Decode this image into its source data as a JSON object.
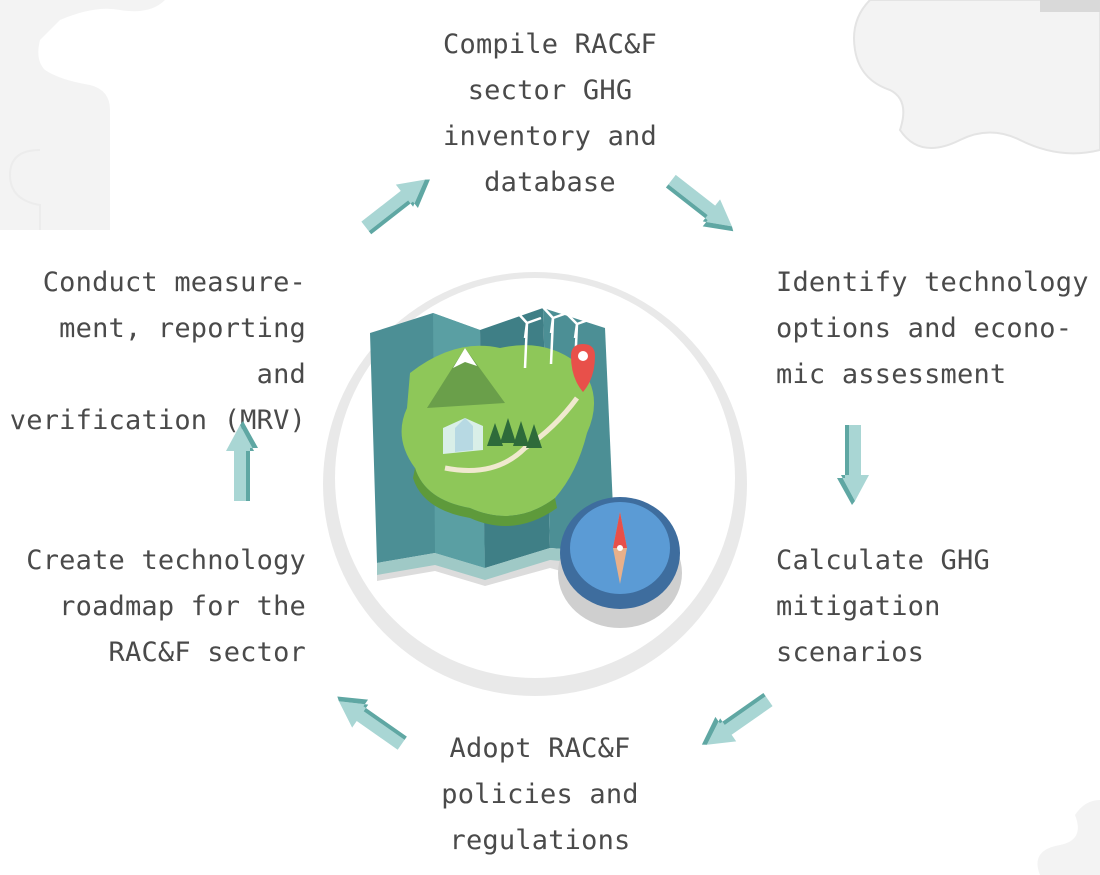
{
  "steps": {
    "compile": "Compile RAC&F\nsector GHG\ninventory and\ndatabase",
    "identify": "Identify technology\noptions and econo-\nmic assessment",
    "calculate": "Calculate GHG\nmitigation\nscenarios",
    "adopt": "Adopt RAC&F\npolicies and\nregulations",
    "create": "Create technology\nroadmap for the\nRAC&F sector",
    "conduct": "Conduct measure-\nment, reporting and\nverification (MRV)"
  },
  "colors": {
    "arrow_face": "#a9d6d4",
    "arrow_shade": "#5fa7a3",
    "text": "#4a4a4a",
    "circle_ring": "#e6e6e6",
    "map_teal": "#4c8f95",
    "land_green": "#8ec759",
    "compass_blue": "#5b9bd5"
  },
  "icons": [
    "puzzle-piece-icon",
    "map-icon",
    "compass-icon",
    "location-pin-icon",
    "wind-turbine-icon"
  ]
}
